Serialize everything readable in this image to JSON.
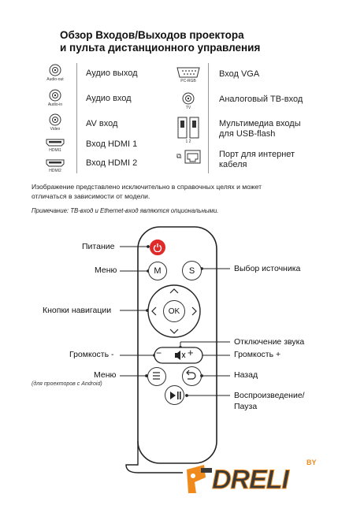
{
  "title": {
    "line1": "Обзор Входов/Выходов проектора",
    "line2": "и пульта дистанционного управления"
  },
  "ports_left": [
    {
      "caption": "Audio-out",
      "label": "Аудио выход",
      "icon": "audio-jack-icon"
    },
    {
      "caption": "Audio-in",
      "label": "Аудио вход",
      "icon": "audio-jack-icon"
    },
    {
      "caption": "Video",
      "label": "AV вход",
      "icon": "av-jack-icon"
    },
    {
      "caption": "HDMI1",
      "label": "Вход HDMI 1",
      "icon": "hdmi-port-icon"
    },
    {
      "caption": "HDMI2",
      "label": "Вход HDMI 2",
      "icon": "hdmi-port-icon"
    }
  ],
  "ports_right": [
    {
      "caption": "PC-RGB",
      "label": "Вход VGA",
      "icon": "vga-port-icon"
    },
    {
      "caption": "TV",
      "label": "Аналоговый ТВ-вход",
      "icon": "tv-jack-icon"
    },
    {
      "caption": "1      2",
      "label1": "Мультимедиа входы",
      "label2": "для USB-flash",
      "icon": "usb-ports-icon"
    },
    {
      "caption": "",
      "label1": "Порт для интернет",
      "label2": "кабеля",
      "icon": "ethernet-port-icon"
    }
  ],
  "notes": {
    "disclaimer1": "Изображение представлено исключительно в справочных целях и может",
    "disclaimer2": "отличаться в зависимости от модели.",
    "remark": "Примечание: ТВ-вход и Ethernet-вход являются опциональными."
  },
  "remote_labels": {
    "power": "Питание",
    "menu": "Меню",
    "source": "Выбор источника",
    "nav": "Кнопки навигации",
    "mute": "Отключение звука",
    "vol_down": "Громкость -",
    "vol_up": "Громкость +",
    "menu2": "Меню",
    "menu2_note": "(для проекторов с Android)",
    "back": "Назад",
    "play1": "Воспроизведение/",
    "play2": "Пауза"
  },
  "remote_buttons": {
    "m": "M",
    "s": "S",
    "ok": "OK",
    "minus": "−",
    "plus": "+"
  },
  "logo": {
    "text": "DRELI",
    "by": "BY"
  },
  "colors": {
    "power": "#e02a2a",
    "logo_orange": "#f08a1c",
    "logo_dark": "#3a3a3a"
  }
}
